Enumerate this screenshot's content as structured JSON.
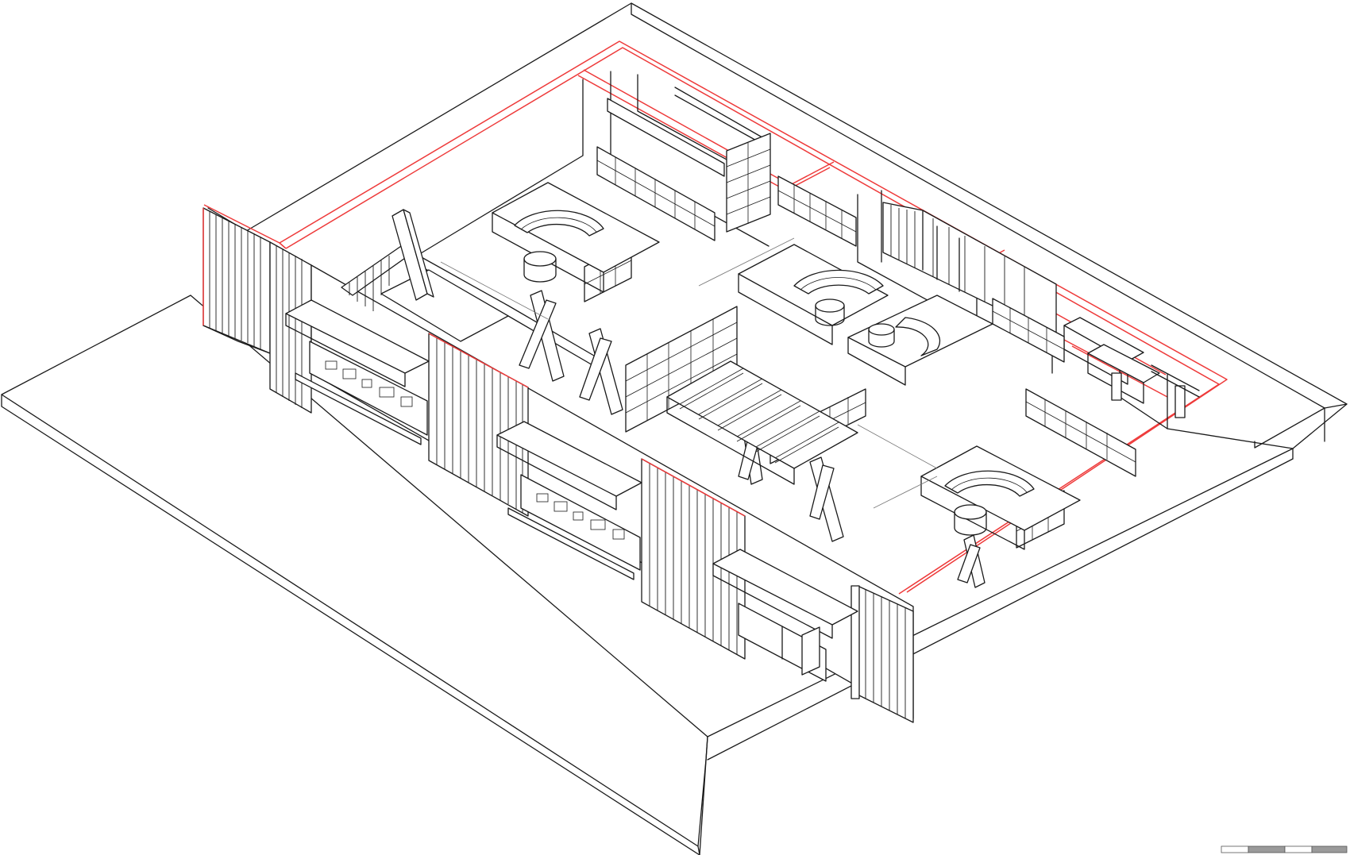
{
  "image": {
    "kind": "axonometric-architectural-drawing",
    "colors": {
      "line": "#1a1a1a",
      "cut_line": "#ee3a3a",
      "background": "#ffffff",
      "scale_bar_dark": "#9a9a9a",
      "scale_bar_light": "#ffffff"
    },
    "scale_bar": {
      "segments": 4,
      "pattern": [
        "light",
        "dark",
        "light",
        "dark"
      ]
    },
    "elements": [
      "ground-slab",
      "outer-parapet",
      "red-section-cut-outline",
      "front-facade",
      "ribbed-wall-panels",
      "awning-canopies",
      "display-windows",
      "x-shaped-brace-columns",
      "bookshelves",
      "semicircular-seating-pits",
      "round-tables",
      "central-stair",
      "rear-glazed-wall",
      "service-rooms"
    ]
  }
}
